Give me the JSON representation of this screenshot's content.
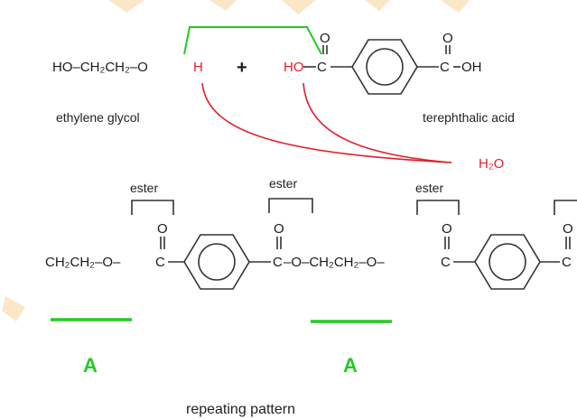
{
  "reactants": {
    "glycol_formula": "HO–CH₂CH₂–O",
    "glycol_h": "H",
    "plus": "+",
    "acid_ho": "HO",
    "acid_oh": "OH",
    "carbonyl_o": "O",
    "carbonyl_c": "C",
    "glycol_name": "ethylene glycol",
    "acid_name": "terephthalic acid"
  },
  "byproduct": {
    "water": "H₂O"
  },
  "polymer": {
    "chain_start": "CH₂CH₂–O–",
    "mid_link": "–O–CH₂CH₂–O–",
    "ester_label": "ester",
    "carbonyl_o": "O",
    "carbonyl_c": "C"
  },
  "repeat": {
    "unit_label": "A",
    "caption": "repeating pattern"
  },
  "colors": {
    "green": "#22cc22",
    "red": "#e0202a",
    "ink": "#333333"
  }
}
